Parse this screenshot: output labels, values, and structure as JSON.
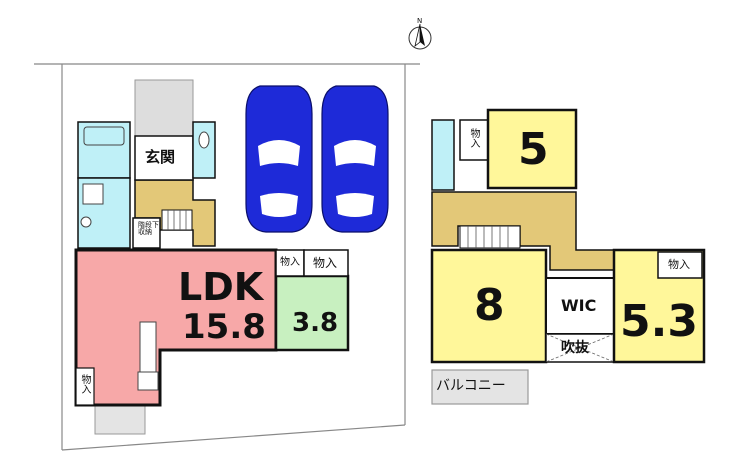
{
  "compass": {
    "north_label": "N"
  },
  "floor1": {
    "ldk": {
      "name": "LDK",
      "size": "15.8"
    },
    "washitsu": {
      "size": "3.8"
    },
    "genkan": "玄関",
    "stair_storage": "階段下収納",
    "storage_labels": [
      "物入",
      "物入",
      "物入"
    ]
  },
  "floor2": {
    "room_top": {
      "size": "5"
    },
    "room_left": {
      "size": "8"
    },
    "room_right": {
      "size": "5.3"
    },
    "wic": "WIC",
    "fukinuke": "吹抜",
    "balcony": "バルコニー",
    "storage_labels": [
      "物入",
      "物入"
    ]
  },
  "colors": {
    "ldk": "#F7A8A8",
    "washitsu": "#C8F0C0",
    "bedroom": "#FFF79A",
    "hall": "#E3C878",
    "wet": "#BFF0F7",
    "car": "#1E2AD8",
    "wall": "#111111"
  },
  "icons": [
    "north-arrow-icon",
    "car-icon",
    "car-icon",
    "stairs-icon"
  ]
}
